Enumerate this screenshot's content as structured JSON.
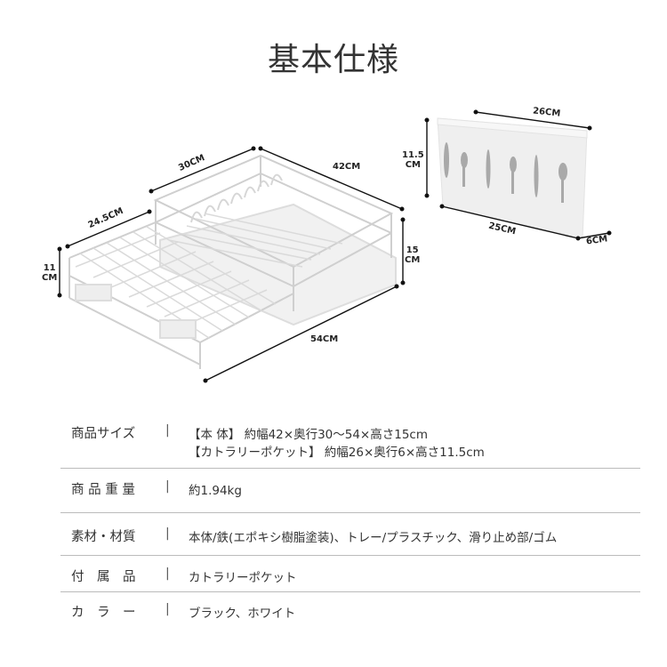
{
  "title": "基本仕様",
  "dimensions": {
    "rack_depth": "30CM",
    "rack_width": "42CM",
    "rack_ext_depth": "24.5CM",
    "rack_low_height_num": "11",
    "rack_low_height_unit": "CM",
    "rack_height_num": "15",
    "rack_height_unit": "CM",
    "rack_extended": "54CM",
    "pocket_top_width": "26CM",
    "pocket_height_num": "11.5",
    "pocket_height_unit": "CM",
    "pocket_bottom_width": "25CM",
    "pocket_depth": "6CM"
  },
  "specs": [
    {
      "label": "商品サイズ",
      "values": [
        "【本 体】 約幅42×奥行30〜54×高さ15cm",
        "【カトラリーポケット】 約幅26×奥行6×高さ11.5cm"
      ]
    },
    {
      "label": "商 品 重 量",
      "values": [
        "約1.94kg"
      ]
    },
    {
      "label": "素材・材質",
      "values": [
        "本体/鉄(エポキシ樹脂塗装)、トレー/プラスチック、滑り止め部/ゴム"
      ]
    },
    {
      "label": "付　属　品",
      "values": [
        "カトラリーポケット"
      ]
    },
    {
      "label": "カ　ラ　ー",
      "values": [
        "ブラック、ホワイト"
      ]
    }
  ],
  "separator": "|"
}
